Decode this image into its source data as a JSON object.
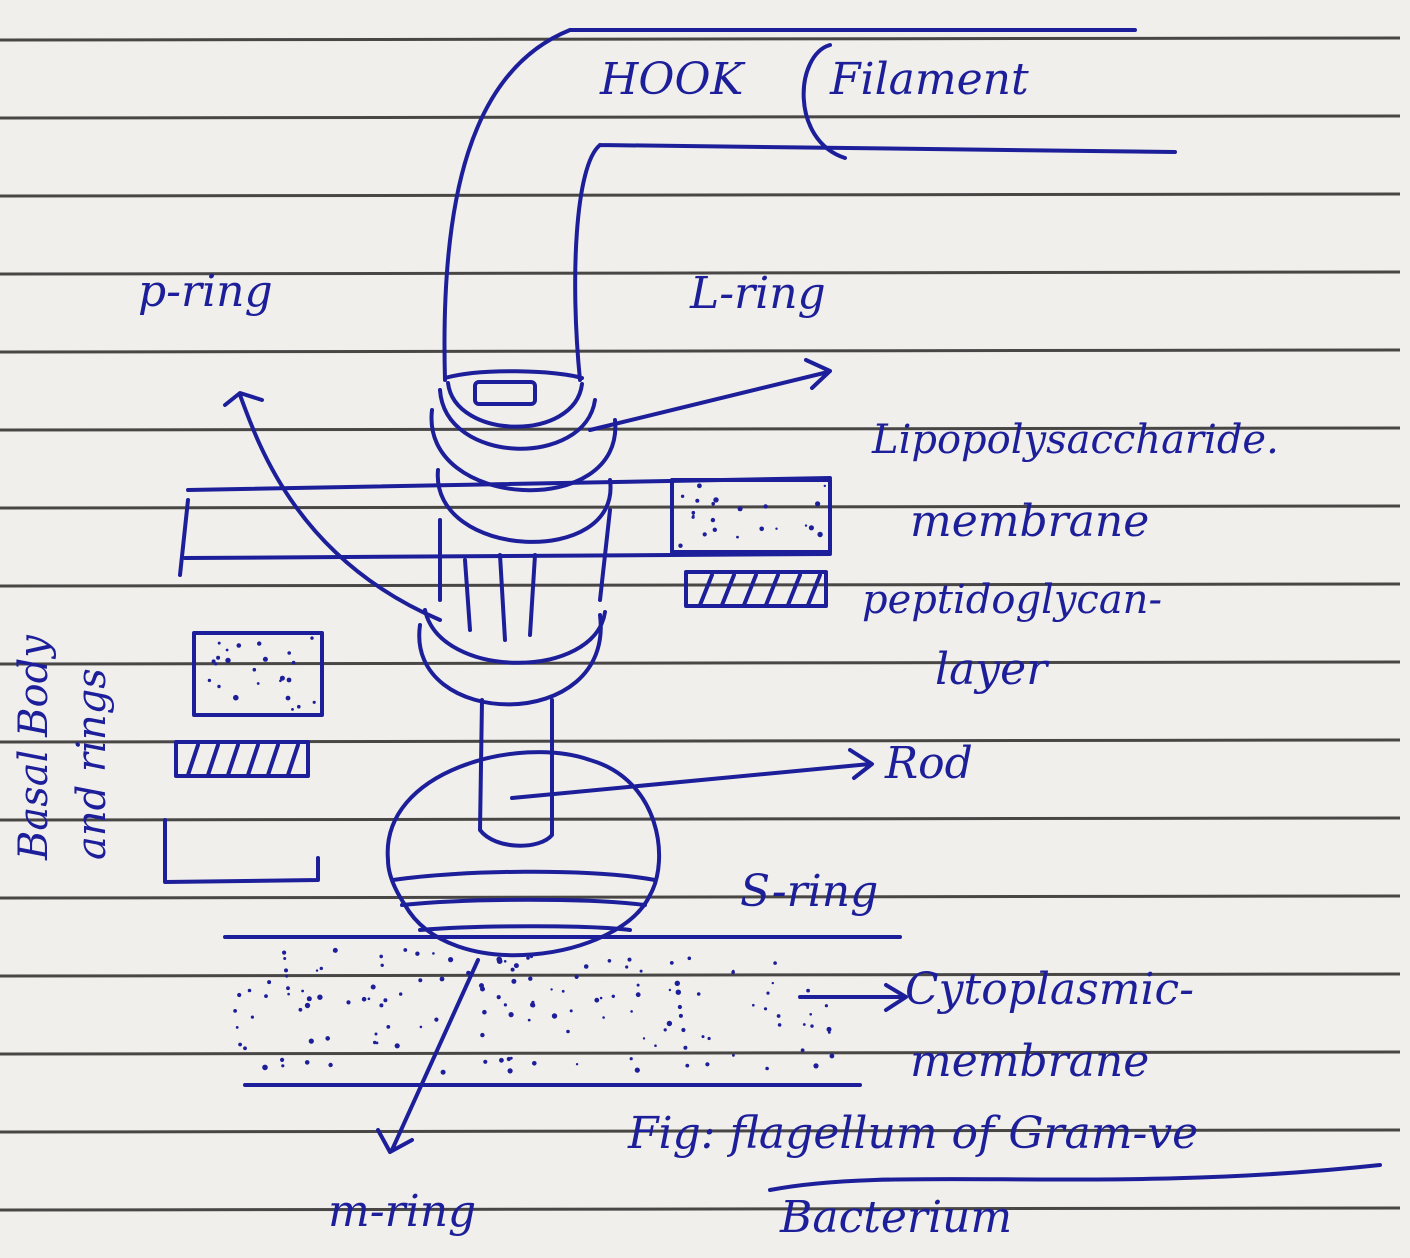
{
  "labels": {
    "hook": "HOOK",
    "filament": "Filament",
    "p_ring": "p-ring",
    "l_ring": "L-ring",
    "lipopolysaccharide": "Lipopolysaccharide.",
    "membrane": "membrane",
    "peptidoglycan": "peptidoglycan-",
    "layer": "layer",
    "rod": "Rod",
    "s_ring": "S-ring",
    "cytoplasmic": "Cytoplasmic-",
    "cytoplasmic_membrane": "membrane",
    "m_ring": "m-ring",
    "basal_body_1": "Basal Body",
    "basal_body_2": "and rings"
  },
  "caption": {
    "line1": "Fig: flagellum of Gram-ve",
    "line2": "Bacterium"
  },
  "colors": {
    "ink": "#1d1f9a",
    "paper": "#f1efeb",
    "rule": "#2b2a2a"
  }
}
